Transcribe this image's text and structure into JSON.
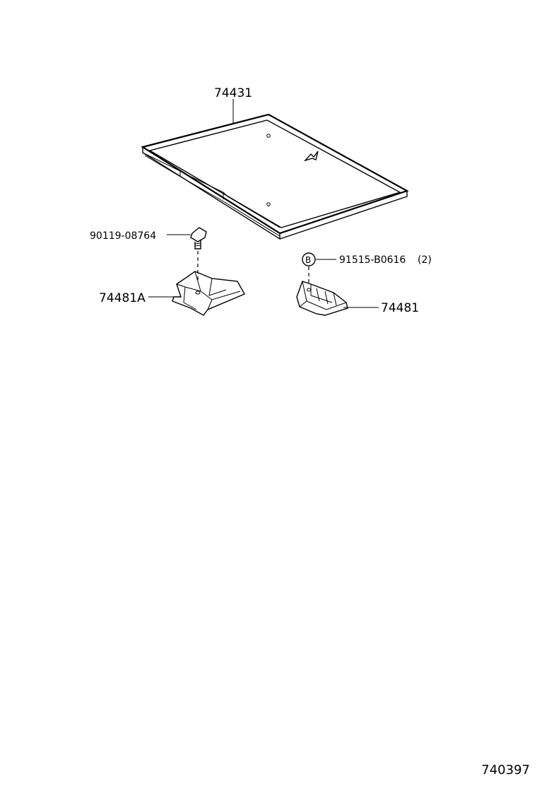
{
  "labels": {
    "tray": "74431",
    "bolt": "90119-08764",
    "bracket_a": "74481A",
    "pin": "91515-B0616",
    "pin_qty": "(2)",
    "pin_callout": "B",
    "bracket": "74481"
  },
  "document": {
    "code": "740397"
  },
  "colors": {
    "line": "#000000",
    "background": "#ffffff"
  }
}
